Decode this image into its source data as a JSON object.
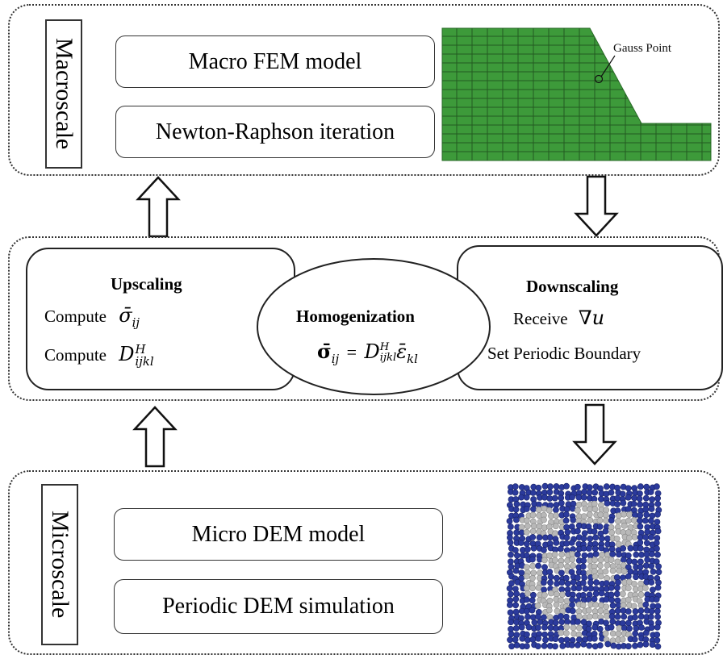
{
  "macroscale": {
    "label": "Macroscale",
    "boxes": [
      "Macro FEM model",
      "Newton-Raphson iteration"
    ],
    "mesh": {
      "annotation": "Gauss Point",
      "color": "#3d9a3a"
    }
  },
  "middle": {
    "upscaling": {
      "title": "Upscaling",
      "line1_text": "Compute",
      "line1_math": "σ̄",
      "line1_sub": "ij",
      "line2_text": "Compute",
      "line2_math": "D",
      "line2_sup": "H",
      "line2_sub": "ijkl"
    },
    "homogenization": {
      "title": "Homogenization",
      "eq_lhs": "σ̄",
      "eq_lhs_sub": "ij",
      "eq_op": "=",
      "eq_d": "D",
      "eq_d_sup": "H",
      "eq_d_sub": "ijkl",
      "eq_eps": "ε̄",
      "eq_eps_sub": "kl"
    },
    "downscaling": {
      "title": "Downscaling",
      "line1_text": "Receive",
      "line1_math": "∇u",
      "line2_text": "Set Periodic Boundary"
    }
  },
  "microscale": {
    "label": "Microscale",
    "boxes": [
      "Micro DEM model",
      "Periodic DEM simulation"
    ],
    "particles": {
      "matrix_color": "#2b3a9c",
      "inclusion_color": "#b8b8b8"
    }
  }
}
